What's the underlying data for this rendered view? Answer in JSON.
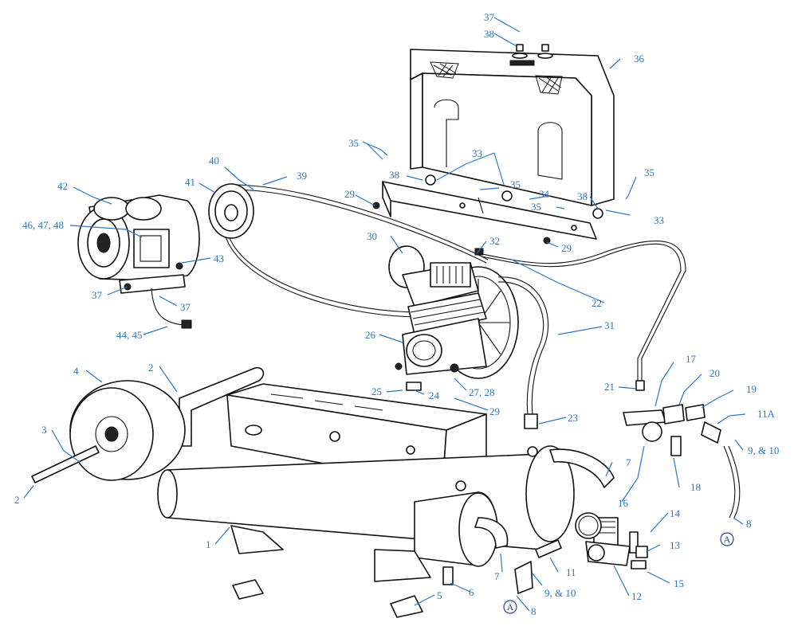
{
  "callouts": {
    "c1": "1",
    "c2a": "2",
    "c2b": "2",
    "c3": "3",
    "c4": "4",
    "c5": "5",
    "c6": "6",
    "c7a": "7",
    "c7b": "7",
    "c8a": "8",
    "c8b": "8",
    "c910a": "9, & 10",
    "c910b": "9, & 10",
    "c11": "11",
    "c11a": "11A",
    "c12": "12",
    "c13": "13",
    "c14": "14",
    "c15": "15",
    "c16": "16",
    "c17": "17",
    "c18": "18",
    "c19": "19",
    "c20": "20",
    "c21": "21",
    "c22": "22",
    "c23": "23",
    "c24": "24",
    "c25": "25",
    "c26": "26",
    "c2728": "27, 28",
    "c29a": "29",
    "c29b": "29",
    "c29c": "29",
    "c30": "30",
    "c31": "31",
    "c32": "32",
    "c33a": "33",
    "c33b": "33",
    "c34": "34",
    "c35a": "35",
    "c35b": "35",
    "c35c": "35",
    "c36": "36",
    "c37a": "37",
    "c37b": "37",
    "c37c": "37",
    "c38a": "38",
    "c38b": "38",
    "c38c": "38",
    "c39": "39",
    "c40": "40",
    "c41": "41",
    "c42": "42",
    "c43": "43",
    "c4445": "44, 45",
    "c464748": "46, 47, 48"
  },
  "connectors": {
    "a1": "A",
    "a2": "A"
  },
  "colors": {
    "callout": "#2b78c6",
    "connector": "#3340a0",
    "line": "#111111"
  }
}
